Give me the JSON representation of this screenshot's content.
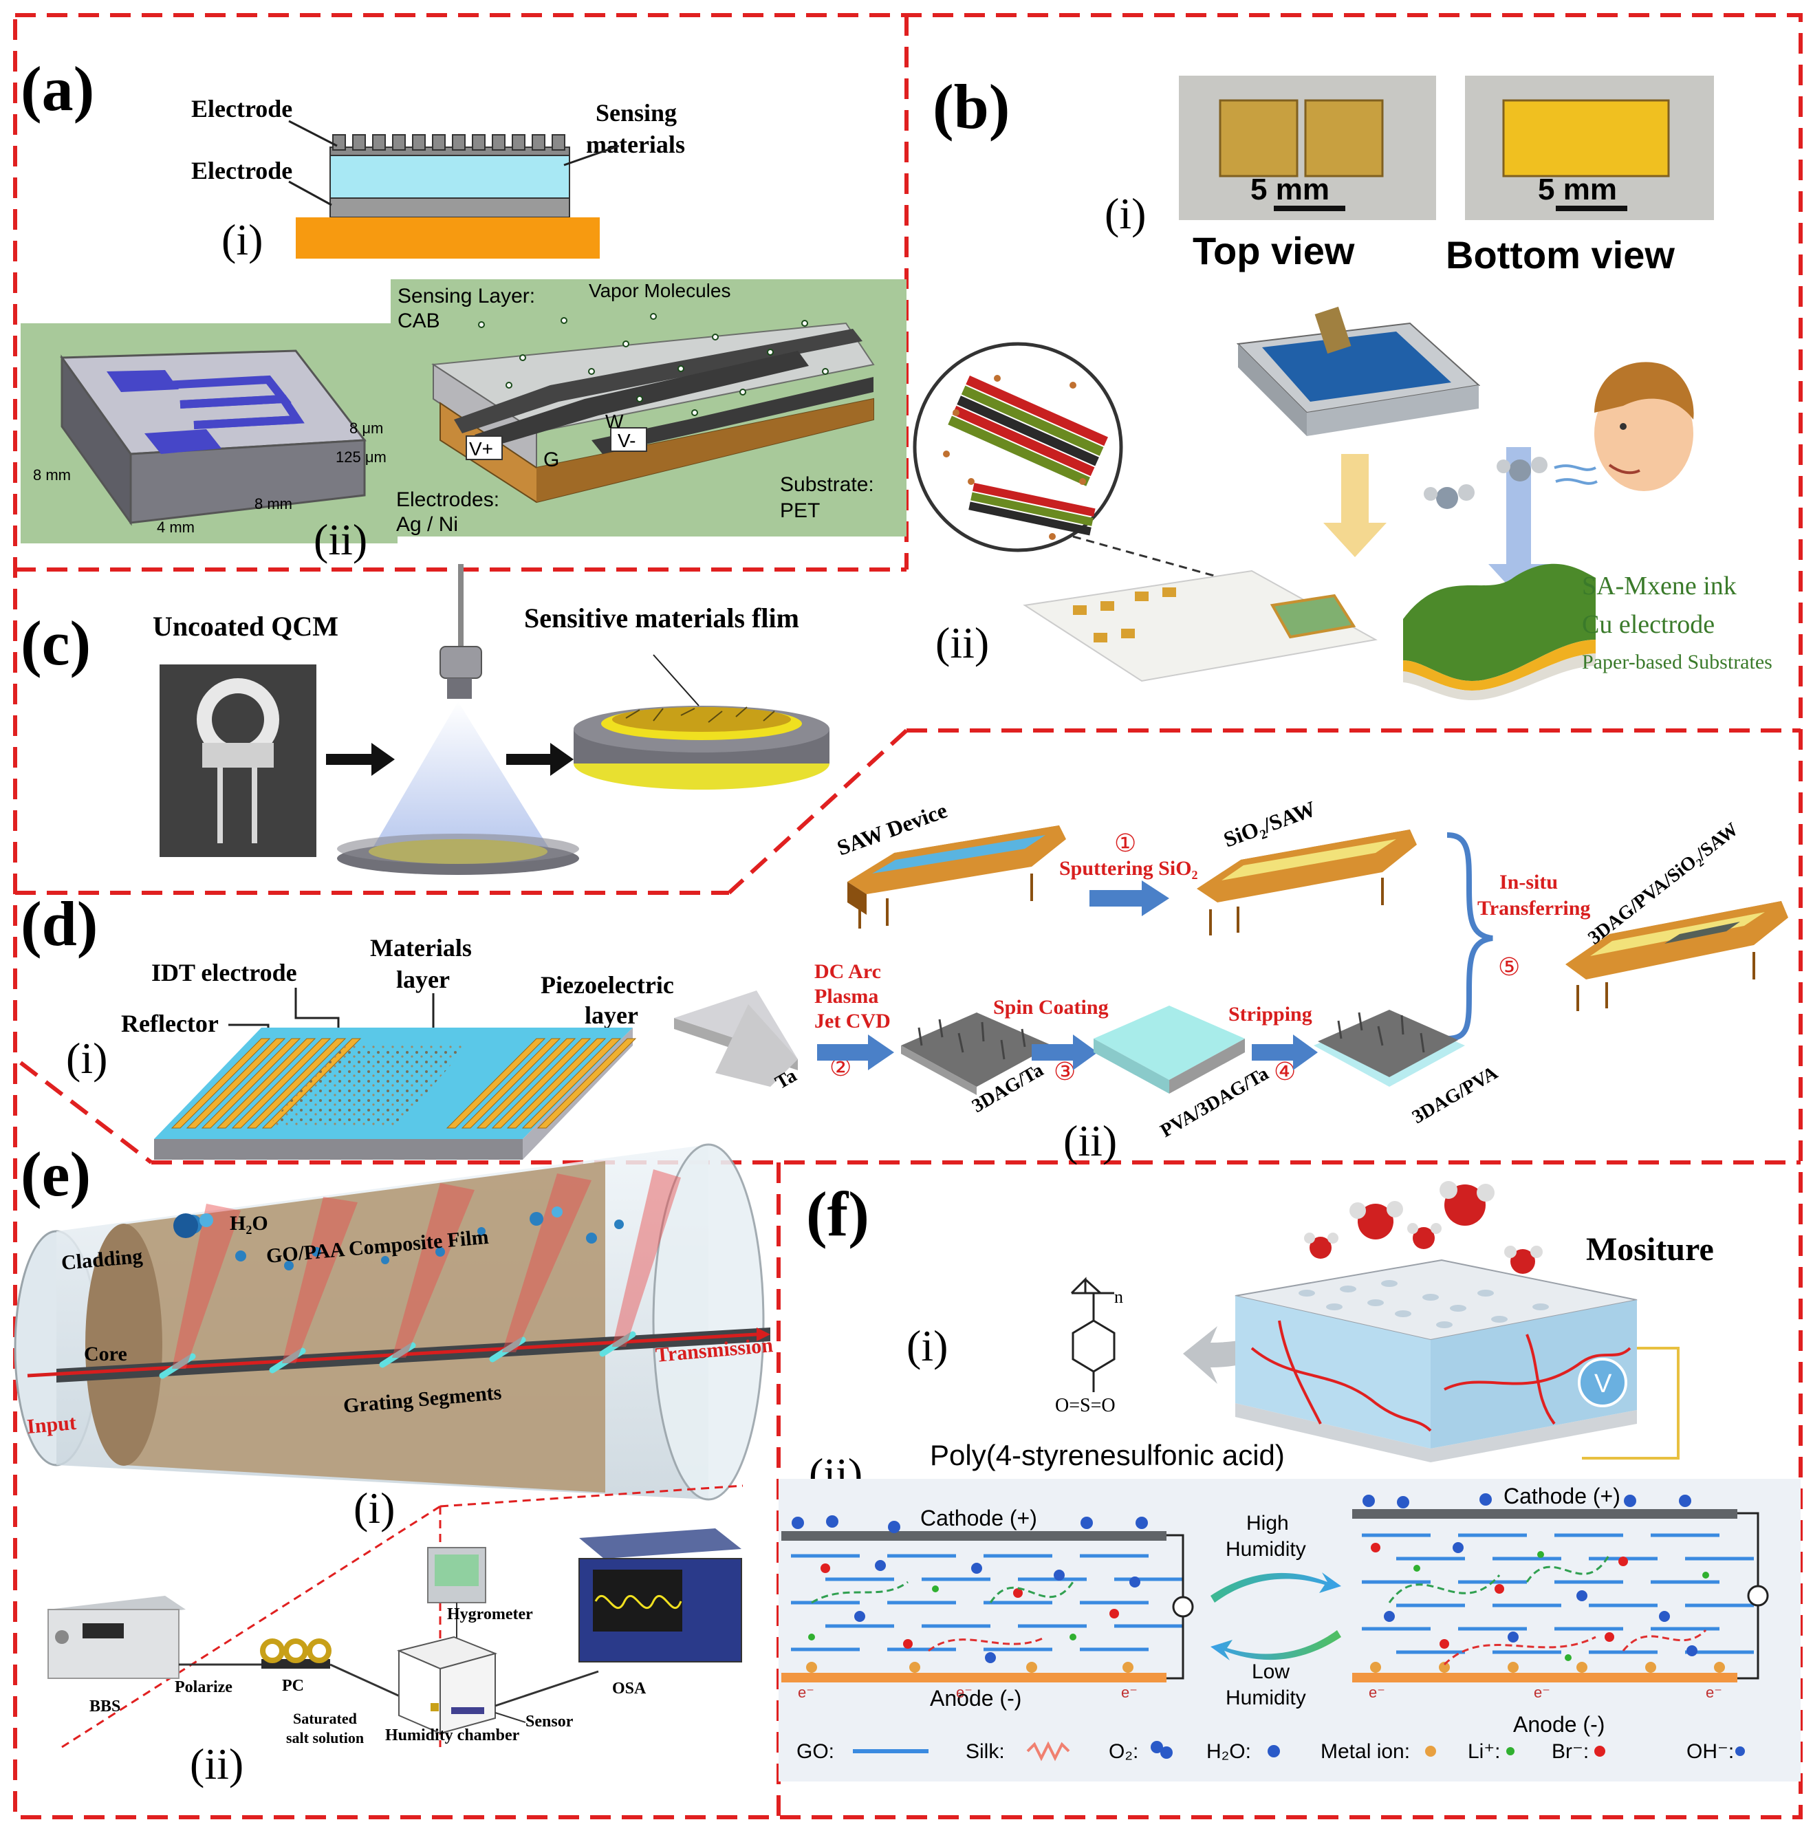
{
  "colors": {
    "frame": "#e02020",
    "gold": "#f2a32a",
    "yellow": "#f0d020",
    "green_bg": "#a8c99a",
    "sky": "#5ac8e8",
    "blue_arrow": "#4a80c8",
    "red_text": "#d81e1e"
  },
  "panel_a": {
    "label": "(a)",
    "electrode_top": "Electrode",
    "electrode_bottom": "Electrode",
    "sensing_materials_1": "Sensing",
    "sensing_materials_2": "materials",
    "sub_i": "(i)",
    "sub_ii": "(ii)",
    "dim_8mm_left": "8 mm",
    "dim_4mm": "4 mm",
    "dim_8mm_right": "8 mm",
    "dim_8um": "8 μm",
    "dim_125um": "125 μm",
    "sensing_layer_1": "Sensing Layer:",
    "sensing_layer_2": "CAB",
    "vapor_molecules": "Vapor Molecules",
    "v_plus": "V+",
    "v_minus": "V-",
    "w": "W",
    "g": "G",
    "electrodes_1": "Electrodes:",
    "electrodes_2": "Ag / Ni",
    "substrate_1": "Substrate:",
    "substrate_2": "PET"
  },
  "panel_b": {
    "label": "(b)",
    "sub_i": "(i)",
    "sub_ii": "(ii)",
    "scale_top": "5 mm",
    "scale_bottom": "5 mm",
    "top_view": "Top view",
    "bottom_view": "Bottom view",
    "ink": "SA-Mxene ink",
    "cu": "Cu electrode",
    "paper": "Paper-based Substrates"
  },
  "panel_c": {
    "label": "(c)",
    "uncoated": "Uncoated QCM",
    "film": "Sensitive materials flim"
  },
  "panel_d": {
    "label": "(d)",
    "sub_i": "(i)",
    "sub_ii": "(ii)",
    "idt": "IDT electrode",
    "materials_1": "Materials",
    "materials_2": "layer",
    "piezo_1": "Piezoelectric",
    "piezo_2": "layer",
    "reflector": "Reflector",
    "saw_device": "SAW Device",
    "step1_num": "①",
    "step1": "Sputtering SiO₂",
    "sio2_saw": "SiO₂/SAW",
    "insitu_1": "In-situ",
    "insitu_2": "Transferring",
    "step5_num": "⑤",
    "final": "3DAG/PVA/SiO₂/SAW",
    "dc_1": "DC Arc",
    "dc_2": "Plasma",
    "dc_3": "Jet CVD",
    "step2_num": "②",
    "ta": "Ta",
    "spin": "Spin Coating",
    "step3_num": "③",
    "dag_ta": "3DAG/Ta",
    "strip": "Stripping",
    "step4_num": "④",
    "pva_dag_ta": "PVA/3DAG/Ta",
    "dag_pva": "3DAG/PVA"
  },
  "panel_e": {
    "label": "(e)",
    "sub_i": "(i)",
    "sub_ii": "(ii)",
    "h2o": "H₂O",
    "film": "GO/PAA Composite Film",
    "cladding": "Cladding",
    "core": "Core",
    "transmission": "Transmission",
    "grating": "Grating Segments",
    "input": "Input",
    "hygrometer": "Hygrometer",
    "bbs": "BBS",
    "polarize": "Polarize",
    "pc": "PC",
    "osa": "OSA",
    "saturated_1": "Saturated",
    "saturated_2": "salt solution",
    "chamber": "Humidity chamber",
    "sensor": "Sensor"
  },
  "panel_f": {
    "label": "(f)",
    "sub_i": "(i)",
    "sub_ii": "(ii)",
    "moisture": "Mositure",
    "n": "n",
    "so": "O=S=O",
    "polymer": "Poly(4-styrenesulfonic acid)",
    "v": "V",
    "cathode_left": "Cathode (+)",
    "cathode_right": "Cathode (+)",
    "anode_left": "Anode (-)",
    "anode_right": "Anode (-)",
    "high_1": "High",
    "high_2": "Humidity",
    "low_1": "Low",
    "low_2": "Humidity",
    "e": "e⁻",
    "leg_go": "GO:",
    "leg_silk": "Silk:",
    "leg_o2": "O₂:",
    "leg_h2o": "H₂O:",
    "leg_metal": "Metal ion:",
    "leg_li": "Li⁺:",
    "leg_br": "Br⁻:",
    "leg_oh": "OH⁻:"
  }
}
